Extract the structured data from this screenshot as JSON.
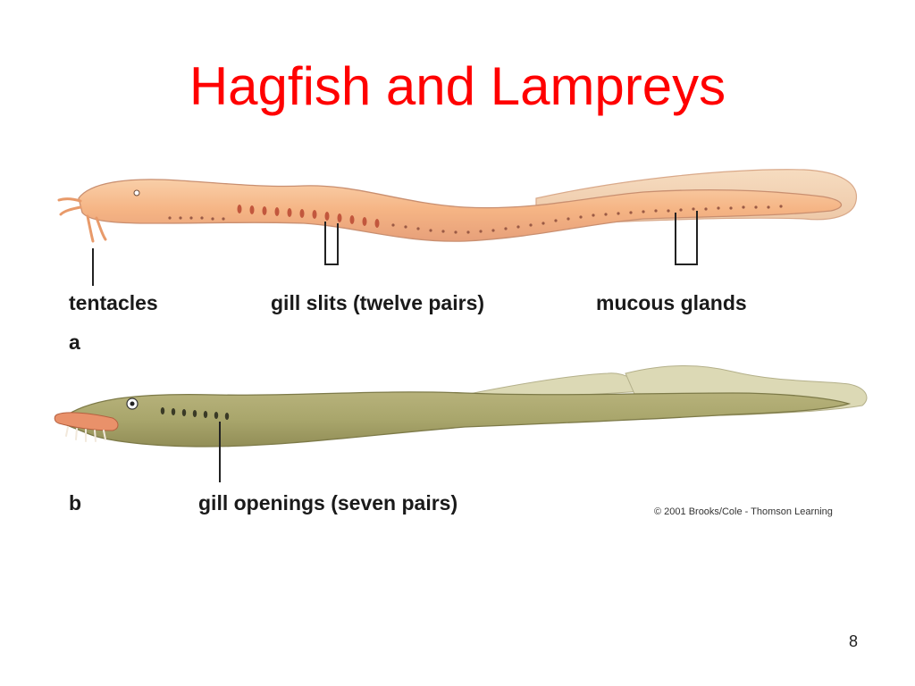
{
  "slide": {
    "title": "Hagfish and Lampreys",
    "title_color": "#ff0000",
    "page_number": "8"
  },
  "figure_a": {
    "panel_letter": "a",
    "subject_icon": "hagfish-illustration",
    "body_color": "#f6b98a",
    "labels": {
      "tentacles": "tentacles",
      "gill_slits": "gill slits (twelve pairs)",
      "mucous_glands": "mucous glands"
    }
  },
  "figure_b": {
    "panel_letter": "b",
    "subject_icon": "lamprey-illustration",
    "body_color": "#a9a66c",
    "labels": {
      "gill_openings": "gill openings (seven pairs)"
    }
  },
  "credit": "© 2001 Brooks/Cole - Thomson Learning"
}
